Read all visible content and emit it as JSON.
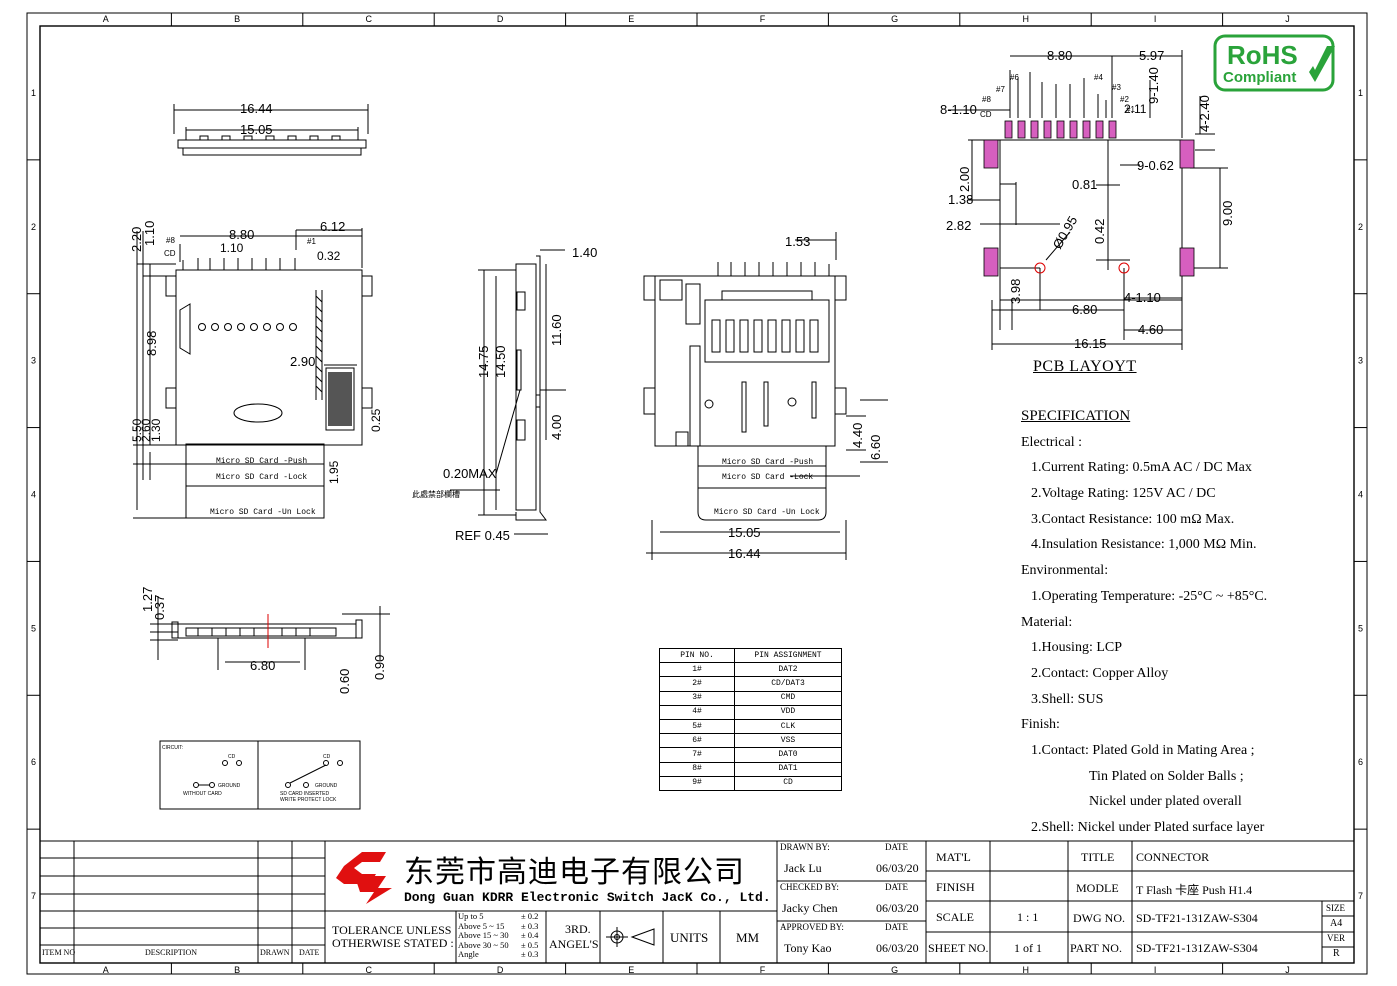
{
  "frame": {
    "columns": [
      "A",
      "B",
      "C",
      "D",
      "E",
      "F",
      "G",
      "H",
      "I",
      "J"
    ],
    "rows": [
      "1",
      "2",
      "3",
      "4",
      "5",
      "6",
      "7"
    ]
  },
  "top_view": {
    "dims": [
      "16.44",
      "15.05"
    ]
  },
  "front_view": {
    "dims": [
      "8.80",
      "6.12",
      "2.20",
      "1.10",
      "1.10",
      "0.32",
      "8.98",
      "2.90",
      "5.50",
      "2.60",
      "1.30",
      "0.25",
      "1.95"
    ],
    "pin_labels": [
      "#8",
      "CD",
      "#1"
    ],
    "card_labels": [
      "Micro SD Card -Push",
      "Micro SD Card -Lock",
      "Micro SD Card -Un Lock"
    ]
  },
  "side_view": {
    "dims": [
      "1.40",
      "14.75",
      "14.50",
      "11.60",
      "4.00",
      "0.20MAX",
      "REF 0.45"
    ],
    "note_cn": "此處禁部欄槽"
  },
  "back_view": {
    "dims": [
      "1.53",
      "4.40",
      "6.60",
      "15.05",
      "16.44"
    ],
    "card_labels": [
      "Micro SD Card -Push",
      "Micro SD Card -Lock",
      "Micro SD Card -Un Lock"
    ]
  },
  "bottom_view": {
    "dims": [
      "1.27",
      "0.37",
      "6.80",
      "0.60",
      "0.90"
    ]
  },
  "circuit": {
    "title": "CIRCUIT:",
    "left": {
      "top": "CD",
      "right": "GROUND",
      "bottom": "WITHOUT CARD"
    },
    "right": {
      "top": "CD",
      "right": "GROUND",
      "bottom1": "SD CARD INSERTED",
      "bottom2": "WRITE PROTECT LOCK"
    }
  },
  "pcb_layout": {
    "title": "PCB LAYOYT",
    "dims": [
      "8.80",
      "5.97",
      "9-1.40",
      "4-2.40",
      "8-1.10",
      "2.11",
      "9-0.62",
      "0.81",
      "2.00",
      "1.38",
      "9.00",
      "2.82",
      "Ø0.95",
      "0.42",
      "3.98",
      "6.80",
      "4-1.10",
      "4.60",
      "16.15"
    ],
    "pin_labels": [
      "#7",
      "#6",
      "#8",
      "CD",
      "#4",
      "#3",
      "#2",
      "#1"
    ]
  },
  "rohs": {
    "line1": "RoHS",
    "line2": "Compliant"
  },
  "specification": {
    "title": "SPECIFICATION",
    "lines": [
      {
        "t": "Electrical :",
        "c": ""
      },
      {
        "t": "1.Current Rating: 0.5mA AC / DC Max",
        "c": "i1"
      },
      {
        "t": "2.Voltage Rating: 125V AC / DC",
        "c": "i1"
      },
      {
        "t": "3.Contact Resistance: 100 mΩ  Max.",
        "c": "i1"
      },
      {
        "t": "4.Insulation Resistance: 1,000 MΩ  Min.",
        "c": "i1"
      },
      {
        "t": "Environmental:",
        "c": ""
      },
      {
        "t": "1.Operating Temperature: -25°C ~ +85°C.",
        "c": "i1"
      },
      {
        "t": "Material:",
        "c": ""
      },
      {
        "t": "1.Housing: LCP",
        "c": "i1"
      },
      {
        "t": "2.Contact: Copper Alloy",
        "c": "i1"
      },
      {
        "t": "3.Shell: SUS",
        "c": "i1"
      },
      {
        "t": "Finish:",
        "c": ""
      },
      {
        "t": "1.Contact: Plated Gold in Mating Area ;",
        "c": "i1"
      },
      {
        "t": "Tin Plated on Solder Balls ;",
        "c": "i2"
      },
      {
        "t": "Nickel under plated overall",
        "c": "i2"
      },
      {
        "t": "2.Shell: Nickel under Plated surface layer",
        "c": "i1"
      }
    ]
  },
  "pin_table": {
    "headers": [
      "PIN NO.",
      "PIN ASSIGNMENT"
    ],
    "rows": [
      [
        "1#",
        "DAT2"
      ],
      [
        "2#",
        "CD/DAT3"
      ],
      [
        "3#",
        "CMD"
      ],
      [
        "4#",
        "VDD"
      ],
      [
        "5#",
        "CLK"
      ],
      [
        "6#",
        "VSS"
      ],
      [
        "7#",
        "DAT0"
      ],
      [
        "8#",
        "DAT1"
      ],
      [
        "9#",
        "CD"
      ]
    ]
  },
  "title_block": {
    "company_cn": "东莞市高迪电子有限公司",
    "company_en": "Dong Guan KDRR  Electronic Switch JacK Co., Ltd.",
    "rev_headers": [
      "ITEM NO",
      "DESCRIPTION",
      "DRAWN",
      "DATE"
    ],
    "tolerance_label1": "TOLERANCE UNLESS",
    "tolerance_label2": "OTHERWISE STATED :",
    "tol_ranges": [
      "Up to 5",
      "Above 5  ~ 15",
      "Above 15 ~ 30",
      "Above 30 ~ 50",
      "Angle"
    ],
    "tol_values": [
      "± 0.2",
      "± 0.3",
      "± 0.4",
      "± 0.5",
      "± 0.3"
    ],
    "angle_label1": "3RD.",
    "angle_label2": "ANGEL'S",
    "units_label": "UNITS",
    "units_value": "MM",
    "drawn_by_label": "DRAWN BY:",
    "drawn_by": "Jack  Lu",
    "checked_by_label": "CHECKED BY:",
    "checked_by": "Jacky Chen",
    "approved_by_label": "APPROVED BY:",
    "approved_by": "Tony Kao",
    "date_label": "DATE",
    "date": "06/03/20",
    "matl_label": "MAT'L",
    "finish_label": "FINISH",
    "scale_label": "SCALE",
    "scale": "1 : 1",
    "sheet_no_label": "SHEET NO.",
    "sheet_no": "1 of 1",
    "title_label": "TITLE",
    "title": "CONNECTOR",
    "model_label": "MODLE",
    "model": "T Flash 卡座 Push   H1.4",
    "dwg_no_label": "DWG NO.",
    "dwg_no": "SD-TF21-131ZAW-S304",
    "part_no_label": "PART NO.",
    "part_no": "SD-TF21-131ZAW-S304",
    "size_label": "SIZE",
    "size": "A4",
    "ver_label": "VER",
    "ver": "R"
  }
}
